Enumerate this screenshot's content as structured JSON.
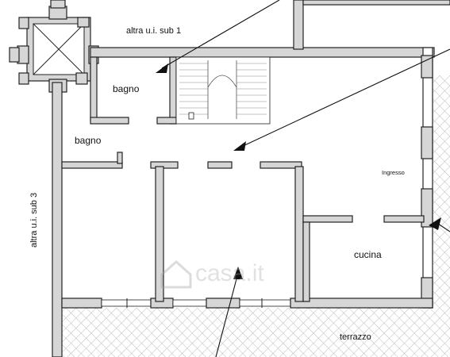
{
  "labels": {
    "sub1": "altra u.i. sub 1",
    "sub3": "altra u.i. sub 3",
    "bagno_top": "bagno",
    "bagno_left": "bagno",
    "ingresso": "Ingresso",
    "cucina": "cucina",
    "terrazzo": "terrazzo"
  },
  "watermark": {
    "text": "casa.it",
    "icon": "house-logo-icon"
  },
  "colors": {
    "wall_fill": "#d6d6d6",
    "line": "#222222",
    "hatch": "#bbbbbb"
  }
}
